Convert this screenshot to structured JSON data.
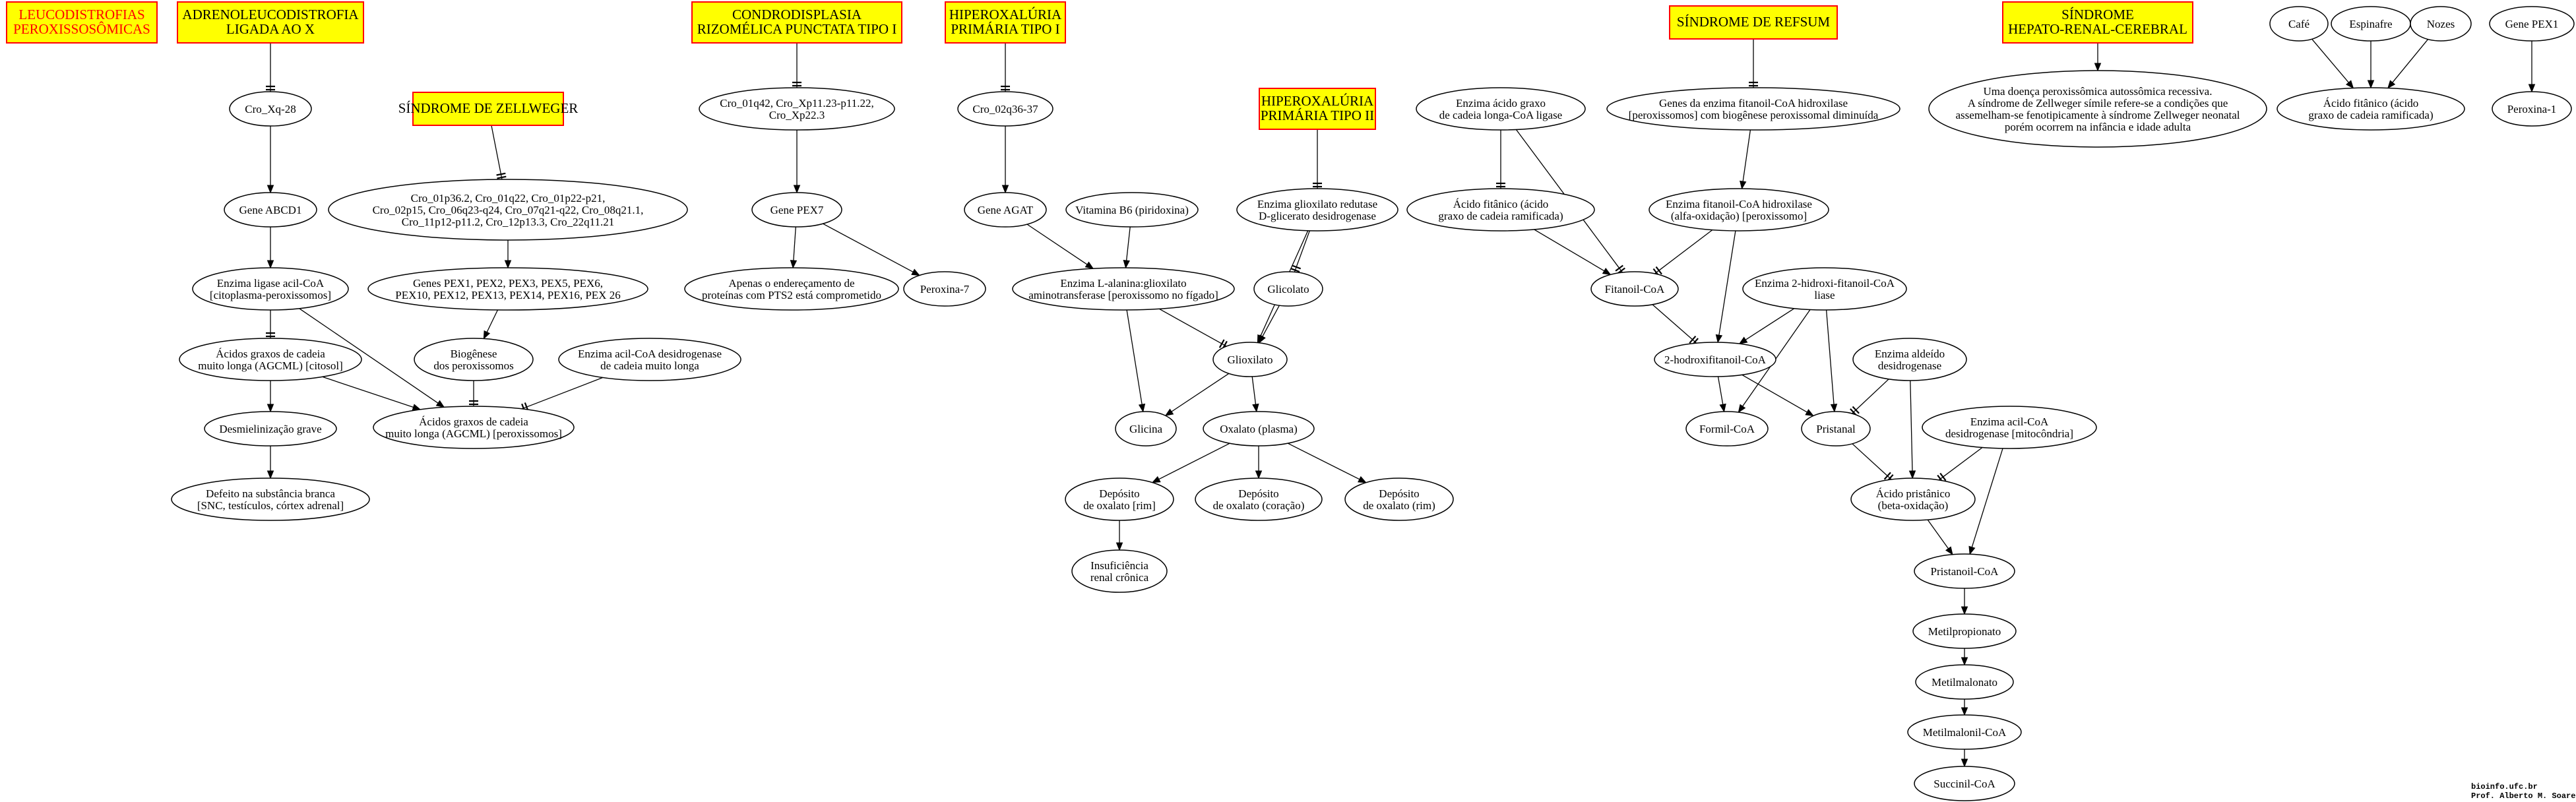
{
  "nodes": {
    "leuco": [
      "LEUCODISTROFIAS",
      "PEROXISSOSÔMICAS"
    ],
    "adreno": [
      "ADRENOLEUCODISTROFIA",
      "LIGADA AO X"
    ],
    "xq28": [
      "Cro_Xq-28"
    ],
    "abcd1": [
      "Gene ABCD1"
    ],
    "ligase": [
      "Enzima ligase acil-CoA",
      "[citoplasma-peroxissomos]"
    ],
    "agcml_cit": [
      "Ácidos graxos de cadeia",
      "muito longa (AGCML) [citosol]"
    ],
    "desmiel": [
      "Desmielinização grave"
    ],
    "defeito": [
      "Defeito na substância branca",
      "[SNC, testículos, córtex adrenal]"
    ],
    "zellweger": [
      "SÍNDROME DE ZELLWEGER"
    ],
    "zell_cro": [
      "Cro_01p36.2, Cro_01q22, Cro_01p22-p21,",
      "Cro_02p15, Cro_06q23-q24,  Cro_07q21-q22, Cro_08q21.1,",
      "Cro_11p12-p11.2, Cro_12p13.3, Cro_22q11.21"
    ],
    "pex_genes": [
      "Genes PEX1, PEX2, PEX3, PEX5, PEX6,",
      "PEX10, PEX12, PEX13, PEX14, PEX16, PEX 26"
    ],
    "biogenese": [
      "Biogênese",
      "dos peroxissomos"
    ],
    "acil_desid": [
      "Enzima acil-CoA desidrogenase",
      "de cadeia muito longa"
    ],
    "agcml_per": [
      "Ácidos graxos de cadeia",
      "muito longa (AGCML) [peroxissomos]"
    ],
    "condro": [
      "CONDRODISPLASIA",
      "RIZOMÉLICA PUNCTATA TIPO I"
    ],
    "condro_cro": [
      "Cro_01q42, Cro_Xp11.23-p11.22,",
      "Cro_Xp22.3"
    ],
    "pex7": [
      "Gene PEX7"
    ],
    "pts2": [
      "Apenas o endereçamento de",
      "proteínas com PTS2 está comprometido"
    ],
    "peroxina7": [
      "Peroxina-7"
    ],
    "hiper1": [
      "HIPEROXALÚRIA",
      "PRIMÁRIA TIPO I"
    ],
    "q36": [
      "Cro_02q36-37"
    ],
    "agat": [
      "Gene AGAT"
    ],
    "vitb6": [
      "Vitamina B6 (piridoxina)"
    ],
    "alanina": [
      "Enzima L-alanina:glioxilato",
      "aminotransferase [peroxissomo no fígado]"
    ],
    "hiper2": [
      "HIPEROXALÚRIA",
      "PRIMÁRIA TIPO II"
    ],
    "glioxredut": [
      "Enzima glioxilato redutase",
      "D-glicerato desidrogenase"
    ],
    "glicolato": [
      "Glicolato"
    ],
    "glioxilato": [
      "Glioxilato"
    ],
    "glicina": [
      "Glicina"
    ],
    "oxalato": [
      "Oxalato (plasma)"
    ],
    "dep_rim": [
      "Depósito",
      "de oxalato [rim]"
    ],
    "dep_cor": [
      "Depósito",
      "de oxalato (coração)"
    ],
    "dep_rim2": [
      "Depósito",
      "de oxalato (rim)"
    ],
    "insuf": [
      "Insuficiência",
      "renal crônica"
    ],
    "refsum": [
      "SÍNDROME DE REFSUM"
    ],
    "genes_fit": [
      "Genes da enzima fitanoil-CoA hidroxilase",
      "[peroxissomos] com biogênese peroxissomal diminuída"
    ],
    "enz_graxo": [
      "Enzima ácido graxo",
      "de cadeia longa-CoA ligase"
    ],
    "fitanico": [
      "Ácido fitânico (ácido",
      "graxo de cadeia ramificada)"
    ],
    "fit_hidrox": [
      "Enzima fitanoil-CoA hidroxilase",
      "(alfa-oxidação)  [peroxissomo]"
    ],
    "fitanoil": [
      "Fitanoil-CoA"
    ],
    "hidroxi_liase": [
      "Enzima 2-hidroxi-fitanoil-CoA",
      "liase"
    ],
    "hidroxifit": [
      "2-hodroxifitanoil-CoA"
    ],
    "formil": [
      "Formil-CoA"
    ],
    "pristanal": [
      "Pristanal"
    ],
    "aldeido": [
      "Enzima aldeído",
      "desidrogenase"
    ],
    "acil_mito": [
      "Enzima acil-CoA",
      "desidrogenase [mitocôndria]"
    ],
    "pristanico": [
      "Ácido pristânico",
      "(beta-oxidação)"
    ],
    "pristanoil": [
      "Pristanoil-CoA"
    ],
    "metilprop": [
      "Metilpropionato"
    ],
    "metilmal": [
      "Metilmalonato"
    ],
    "metilmalcoa": [
      "Metilmalonil-CoA"
    ],
    "succinil": [
      "Succinil-CoA"
    ],
    "hepato": [
      "SÍNDROME",
      "HEPATO-RENAL-CEREBRAL"
    ],
    "hepato_desc": [
      "Uma doença peroxissômica autossômica recessiva.",
      "A síndrome de Zellweger símile refere-se a condições que",
      "assemelham-se fenotipicamente à síndrome Zellweger neonatal",
      "porém ocorrem na infância e idade adulta"
    ],
    "cafe": [
      "Café"
    ],
    "espinafre": [
      "Espinafre"
    ],
    "nozes": [
      "Nozes"
    ],
    "fitanico2": [
      "Ácido fitânico  (ácido",
      "graxo de cadeia ramificada)"
    ],
    "pex1": [
      "Gene PEX1"
    ],
    "peroxina1": [
      "Peroxina-1"
    ]
  },
  "footer": [
    "bioinfo.ufc.br",
    "Prof. Alberto M. Soares"
  ],
  "colors": {
    "box_fill": "#ffff00",
    "box_stroke": "#ff0000",
    "red_text": "#ff0000",
    "ink": "#000000"
  }
}
